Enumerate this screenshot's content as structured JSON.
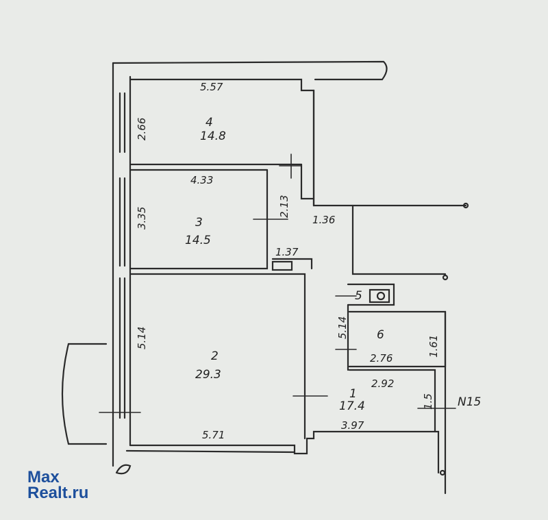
{
  "rooms": [
    {
      "number": "4",
      "area": "14.8"
    },
    {
      "number": "3",
      "area": "14.5"
    },
    {
      "number": "2",
      "area": "29.3"
    },
    {
      "number": "1",
      "area": "17.4"
    },
    {
      "number": "5"
    },
    {
      "number": "6"
    }
  ],
  "dimensions": [
    "5.57",
    "2.66",
    "4.33",
    "3.35",
    "2.13",
    "1.36",
    "1.37",
    "5.14",
    "5.14",
    "2.76",
    "1.61",
    "2.92",
    "1.5",
    "3.97",
    "5.71"
  ],
  "unit_number": "N15",
  "watermark": {
    "line1": "Max",
    "line2": "Realt.ru"
  }
}
